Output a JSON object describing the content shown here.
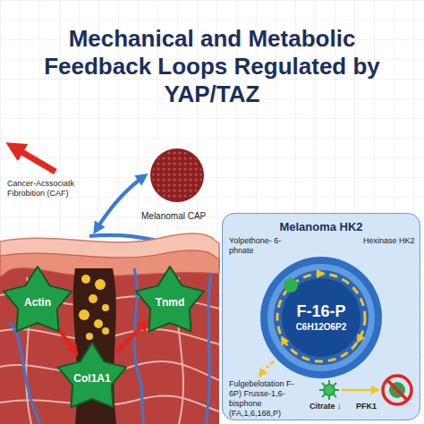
{
  "diagram": {
    "title": "Mechanical and Metabolic Feedback Loops Regulated by YAP/TAZ",
    "nodes": [
      {
        "text": [
          "Melanoma HK2"
        ]
      },
      {
        "text": [
          "F-16-P",
          "C6H12O6P2"
        ],
        "in": 0
      },
      {
        "text": [
          "Actin"
        ]
      },
      {
        "text": [
          "Col1A1"
        ]
      },
      {
        "text": [
          "Tnmd"
        ]
      }
    ],
    "edges": [
      {
        "from": 2,
        "to": 3,
        "arrow": "to"
      },
      {
        "from": 3,
        "to": 4,
        "arrow": "to"
      }
    ],
    "labels": [
      "Cancer-Acssociatk Fibrobition (CAF)",
      "Melanomal CAP",
      "Yolpethone- 6-phnate",
      "Hexinase HK2",
      "Fulgebelotation F-6P) Frusse-1,6-bisphone (FA,1,6,168,P)",
      "Citrate ↓",
      "PFK1"
    ]
  }
}
